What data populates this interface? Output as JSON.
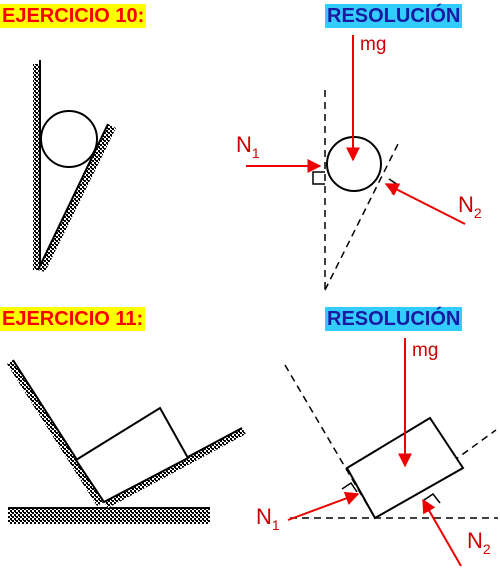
{
  "exercise10": {
    "title": "EJERCICIO 10:",
    "resolution_title": "RESOLUCIÓN",
    "weight_label": "mg",
    "normal1": {
      "letter": "N",
      "sub": "1"
    },
    "normal2": {
      "letter": "N",
      "sub": "2"
    }
  },
  "exercise11": {
    "title": "EJERCICIO 11:",
    "resolution_title": "RESOLUCIÓN",
    "weight_label": "mg",
    "normal1": {
      "letter": "N",
      "sub": "1"
    },
    "normal2": {
      "letter": "N",
      "sub": "2"
    }
  },
  "colors": {
    "force_arrow": "#ee0000",
    "exercise_title_bg": "#ffff00",
    "exercise_title_text": "#ff0000",
    "resolution_title_bg": "#33ccff",
    "resolution_title_text": "#1a1aa0"
  }
}
